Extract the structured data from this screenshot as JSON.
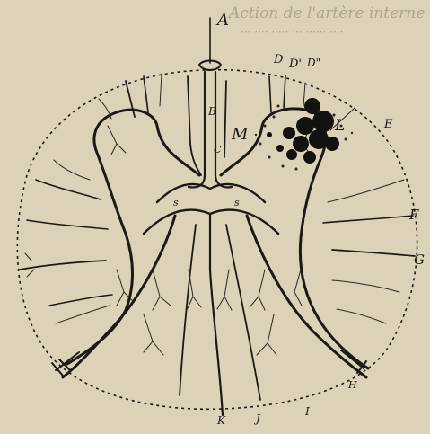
{
  "page_header": "Action de l'artère interne d'une substance...",
  "labels": {
    "A": "A",
    "B": "B",
    "C": "C",
    "M": "M",
    "D": "D",
    "D1": "D'",
    "D2": "D\"",
    "L": "L",
    "E": "E",
    "F": "F",
    "G": "G",
    "s_left": "s",
    "s_right": "s",
    "H": "H",
    "bottom_marks": [
      "K",
      "J",
      "I"
    ]
  },
  "colors": {
    "paper": "#dcd2b8",
    "ink": "#1c1915",
    "lesion": "#141210"
  }
}
